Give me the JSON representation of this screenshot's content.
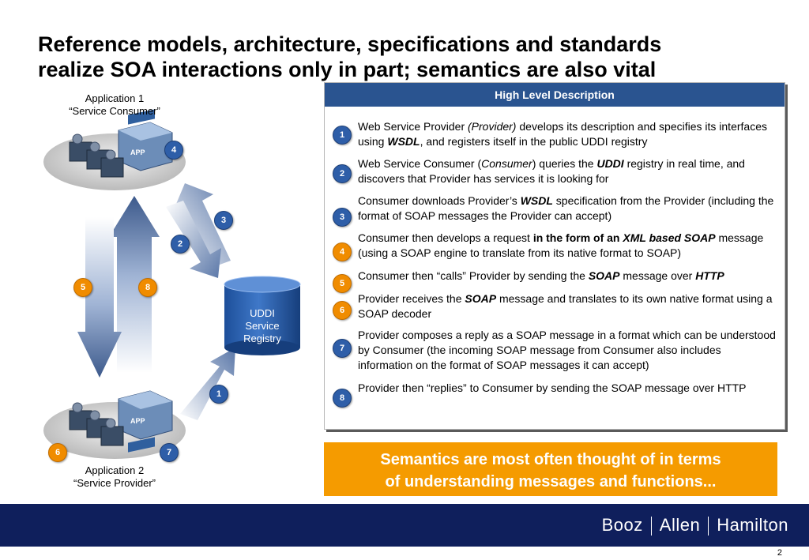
{
  "title": {
    "line1": "Reference models, architecture, specifications and standards",
    "line2": "realize SOA interactions only in part; semantics are also vital"
  },
  "app1": {
    "line1": "Application 1",
    "line2": "“Service Consumer”"
  },
  "app2": {
    "line1": "Application 2",
    "line2": "“Service Provider”"
  },
  "app_logo_text": "APP",
  "registry": {
    "line1": "UDDI",
    "line2": "Service",
    "line3": "Registry"
  },
  "diagram_badges": {
    "b4": "4",
    "b3": "3",
    "b2": "2",
    "b5": "5",
    "b8": "8",
    "b1": "1",
    "b6": "6",
    "b7": "7"
  },
  "panel": {
    "header": "High Level Description",
    "steps": [
      {
        "num": "1",
        "color": "blue"
      },
      {
        "num": "2",
        "color": "blue"
      },
      {
        "num": "3",
        "color": "blue"
      },
      {
        "num": "4",
        "color": "orange"
      },
      {
        "num": "5",
        "color": "orange"
      },
      {
        "num": "6",
        "color": "orange"
      },
      {
        "num": "7",
        "color": "blue"
      },
      {
        "num": "8",
        "color": "blue"
      }
    ],
    "text": {
      "s1a": "Web Service Provider ",
      "s1b": "(Provider)",
      "s1c": " develops its description and specifies its interfaces using ",
      "s1d": "WSDL",
      "s1e": ", and registers itself in the public UDDI registry",
      "s2a": "Web Service Consumer (",
      "s2b": "Consumer",
      "s2c": ") queries the ",
      "s2d": "UDDI",
      "s2e": " registry in real time, and discovers that Provider has services it is looking for",
      "s3a": "Consumer downloads Provider’s ",
      "s3b": "WSDL",
      "s3c": " specification from the Provider (including the format of SOAP messages the Provider can accept)",
      "s4a": "Consumer then develops a request ",
      "s4b": "in the form of an ",
      "s4c": "XML based SOAP",
      "s4d": " message (using a SOAP engine to translate from its native format to SOAP)",
      "s5a": "Consumer then “calls”  Provider by sending the ",
      "s5b": "SOAP",
      "s5c": " message over ",
      "s5d": "HTTP",
      "s6a": "Provider receives the ",
      "s6b": "SOAP",
      "s6c": " message and translates to its own native format using a SOAP decoder",
      "s7a": "Provider composes a reply as a SOAP message in a format which can be understood by Consumer (the incoming SOAP message from Consumer also includes information on the format of SOAP messages it can accept)",
      "s8a": "Provider then “replies” to Consumer by sending the SOAP message over HTTP"
    }
  },
  "callout": {
    "line1": "Semantics are most often thought of in terms",
    "line2": "of understanding messages and functions..."
  },
  "footer": {
    "brand1": "Booz",
    "brand2": "Allen",
    "brand3": "Hamilton"
  },
  "page_number": "2",
  "colors": {
    "navy": "#0f1f5c",
    "header_blue": "#2a5490",
    "badge_blue": "#2e5ea8",
    "orange": "#f59b00"
  }
}
